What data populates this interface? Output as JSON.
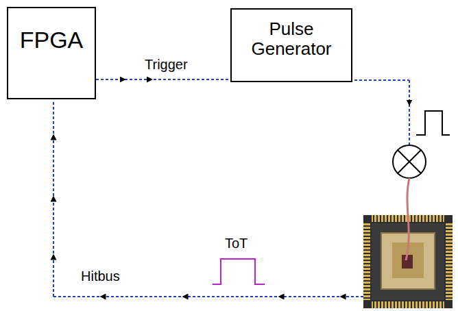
{
  "diagram": {
    "nodes": [
      {
        "text": [
          "FPGA"
        ]
      },
      {
        "text": [
          "Pulse Generator"
        ]
      }
    ],
    "edges": [
      {
        "from": 0,
        "to": 1,
        "arrow": "to",
        "label": "Trigger"
      }
    ],
    "labels": [
      "ToT",
      "Hitbus"
    ]
  }
}
